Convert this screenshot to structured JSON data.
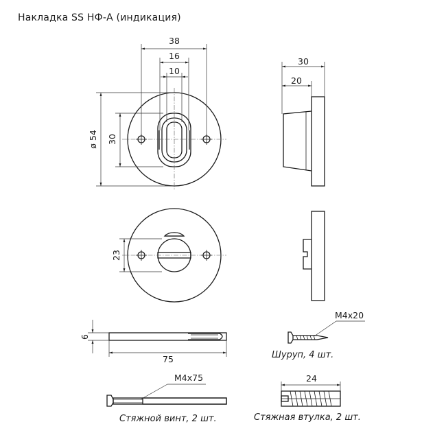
{
  "title": "Накладка SS НФ-А (индикация)",
  "dimensions": {
    "front_outer_width": "38",
    "front_inner_width": "16",
    "front_slot_width": "10",
    "front_diameter": "ø 54",
    "front_hole_spacing": "30",
    "side_total_depth": "30",
    "side_base_depth": "20",
    "indicator_hole_spacing": "23",
    "rod_thickness": "6",
    "rod_length": "75",
    "bushing_length": "24"
  },
  "parts": {
    "screw": {
      "spec": "M4x20",
      "caption": "Шуруп, 4 шт."
    },
    "tie_screw": {
      "spec": "M4x75",
      "caption": "Стяжной винт, 2 шт."
    },
    "tie_bushing": {
      "caption": "Стяжная втулка, 2 шт."
    }
  }
}
